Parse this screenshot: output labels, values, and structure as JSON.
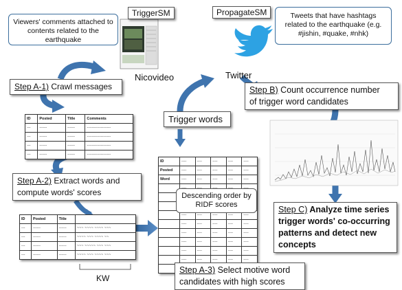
{
  "sources": {
    "nicovideo": {
      "system_label": "TriggerSM",
      "site_label": "Nicovideo",
      "callout": "Viewers' comments attached to contents related to the earthquake"
    },
    "twitter": {
      "system_label": "PropagateSM",
      "site_label": "Twitter",
      "callout": "Tweets that have hashtags related to the earthquake (e.g. #jishin, #quake, #nhk)"
    }
  },
  "steps": {
    "a1": {
      "id": "Step A-1)",
      "text": " Crawl messages"
    },
    "a2": {
      "id": "Step A-2)",
      "text": " Extract words and",
      "text2": "compute words' scores"
    },
    "a3": {
      "id": "Step A-3)",
      "text": " Select motive word",
      "text2": "candidates with high scores"
    },
    "b": {
      "id": "Step B)",
      "text": " Count occurrence number",
      "text2": "of trigger word candidates"
    },
    "c": {
      "id": "Step C)",
      "text": " Analyze time series",
      "text2": "trigger words' co-occurring",
      "text3": "patterns and detect new",
      "text4": "concepts"
    }
  },
  "labels": {
    "trigger_words": "Trigger words",
    "kw": "KW",
    "ridf_callout": "Descending order by RIDF scores"
  },
  "table_a1": {
    "headers": [
      "ID",
      "Posted",
      "Title",
      "Comments"
    ],
    "rows": [
      [
        "---",
        "------",
        "------",
        "-------------------"
      ],
      [
        "---",
        "------",
        "------",
        "-------------------"
      ],
      [
        "---",
        "------",
        "------",
        "-------------------"
      ],
      [
        "---",
        "------",
        "------",
        "-------------------"
      ]
    ]
  },
  "table_a2": {
    "headers": [
      "ID",
      "Posted",
      "Title",
      ""
    ],
    "rows": [
      [
        "---",
        "------",
        "------",
        "~~~ ~~~~ ~~~~ ~~~"
      ],
      [
        "---",
        "------",
        "------",
        "~~~~ ~~~ ~~~~ ~~"
      ],
      [
        "---",
        "------",
        "------",
        "~~~ ~~~~~ ~~~ ~~~"
      ],
      [
        "---",
        "------",
        "------",
        "~~~~ ~~~ ~~~~ ~~~"
      ]
    ]
  },
  "table_trigger": {
    "row_headers": [
      "ID",
      "Posted",
      "Word"
    ]
  },
  "colors": {
    "arrow_blue": "#3f74ae",
    "callout_border": "#3a6d9c",
    "twitter_blue": "#2da2e3"
  }
}
